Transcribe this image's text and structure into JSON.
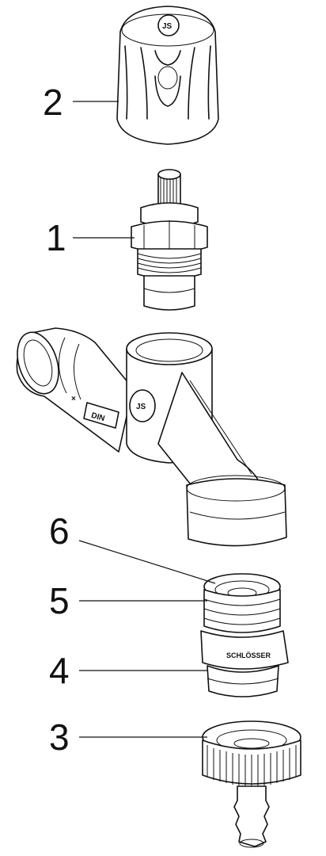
{
  "callouts": [
    {
      "id": "2",
      "label": "2"
    },
    {
      "id": "1",
      "label": "1"
    },
    {
      "id": "6",
      "label": "6"
    },
    {
      "id": "5",
      "label": "5"
    },
    {
      "id": "4",
      "label": "4"
    },
    {
      "id": "3",
      "label": "3"
    }
  ],
  "markings": {
    "logo": "JS",
    "din": "DIN",
    "cross": "×",
    "brand_band": "SCHLÖSSER"
  }
}
